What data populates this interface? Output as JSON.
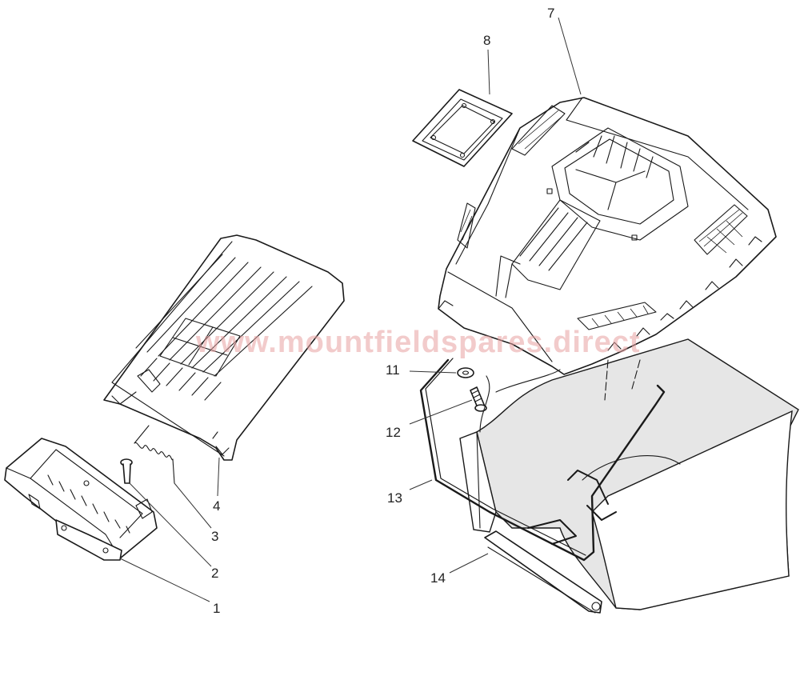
{
  "diagram": {
    "watermark": "www.mountfieldspares.direct",
    "colors": {
      "line": "#1a1a1a",
      "bag_fabric": "#e6e6e6",
      "watermark": "#e8a0a0"
    },
    "callouts": [
      {
        "id": "1",
        "label": "1"
      },
      {
        "id": "2",
        "label": "2"
      },
      {
        "id": "3",
        "label": "3"
      },
      {
        "id": "4",
        "label": "4"
      },
      {
        "id": "7",
        "label": "7"
      },
      {
        "id": "8",
        "label": "8"
      },
      {
        "id": "11",
        "label": "11"
      },
      {
        "id": "12",
        "label": "12"
      },
      {
        "id": "13",
        "label": "13"
      },
      {
        "id": "14",
        "label": "14"
      }
    ]
  }
}
